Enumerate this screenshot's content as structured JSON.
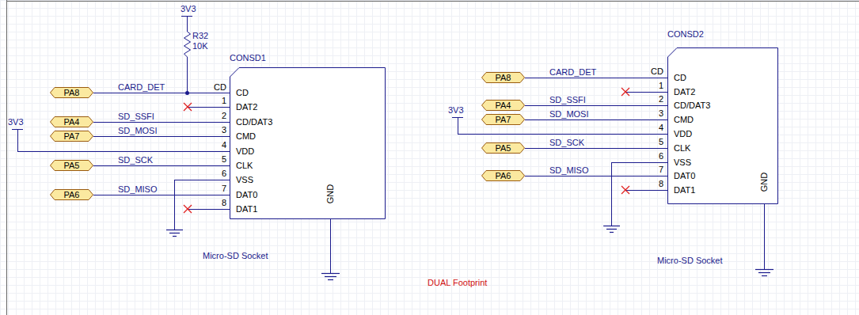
{
  "diagram": {
    "nodes": [
      {
        "text": [
          "CONSD1",
          "CD",
          "DAT2",
          "CD/DAT3",
          "CMD",
          "VDD",
          "CLK",
          "VSS",
          "DAT0",
          "DAT1",
          "GND"
        ]
      },
      {
        "text": [
          "PA8"
        ]
      },
      {
        "text": [
          "PA4"
        ]
      },
      {
        "text": [
          "PA7"
        ]
      },
      {
        "text": [
          "PA5"
        ]
      },
      {
        "text": [
          "PA6"
        ]
      },
      {
        "text": [
          "CONSD2",
          "CD",
          "DAT2",
          "CD/DAT3",
          "CMD",
          "VDD",
          "CLK",
          "VSS",
          "DAT0",
          "DAT1",
          "GND"
        ]
      },
      {
        "text": [
          "PA8"
        ]
      },
      {
        "text": [
          "PA4"
        ]
      },
      {
        "text": [
          "PA7"
        ]
      },
      {
        "text": [
          "PA5"
        ]
      },
      {
        "text": [
          "PA6"
        ]
      }
    ],
    "edges": [
      {
        "from": 1,
        "to": 0,
        "arrow": "none",
        "label": "CARD_DET"
      },
      {
        "from": 2,
        "to": 0,
        "arrow": "none",
        "label": "SD_SSFI"
      },
      {
        "from": 3,
        "to": 0,
        "arrow": "none",
        "label": "SD_MOSI"
      },
      {
        "from": 4,
        "to": 0,
        "arrow": "none",
        "label": "SD_SCK"
      },
      {
        "from": 5,
        "to": 0,
        "arrow": "none",
        "label": "SD_MISO"
      },
      {
        "from": 7,
        "to": 6,
        "arrow": "none",
        "label": "CARD_DET"
      },
      {
        "from": 8,
        "to": 6,
        "arrow": "none",
        "label": "SD_SSFI"
      },
      {
        "from": 9,
        "to": 6,
        "arrow": "none",
        "label": "SD_MOSI"
      },
      {
        "from": 10,
        "to": 6,
        "arrow": "none",
        "label": "SD_SCK"
      },
      {
        "from": 11,
        "to": 6,
        "arrow": "none",
        "label": "SD_MISO"
      }
    ],
    "labels": [
      "3V3",
      "R32",
      "10K",
      "CD",
      "1",
      "2",
      "3",
      "4",
      "5",
      "6",
      "7",
      "8",
      "3V3",
      "Micro-SD Socket",
      "CD",
      "1",
      "2",
      "3",
      "4",
      "5",
      "6",
      "7",
      "8",
      "3V3",
      "Micro-SD Socket",
      "DUAL Footprint"
    ]
  }
}
